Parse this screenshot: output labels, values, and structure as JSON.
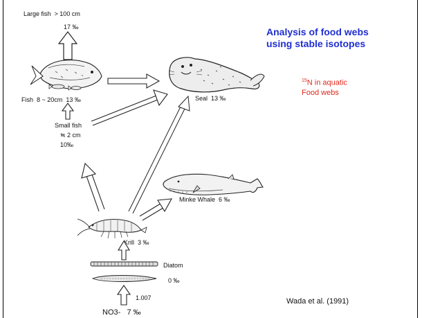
{
  "title_line1": "Analysis of food webs",
  "title_line2": "using stable isotopes",
  "subnote": {
    "sup": "15",
    "line1": "N in aquatic",
    "line2": "Food webs"
  },
  "citation": "Wada et al. (1991)",
  "organisms": {
    "large_fish": {
      "name": "Large fish",
      "size": "> 100 cm",
      "value": "17 ‰"
    },
    "fish": {
      "label": "Fish",
      "size": "8 ~ 20cm",
      "value": "13 ‰"
    },
    "small_fish": {
      "name": "Small fish",
      "size": "≒ 2 cm",
      "value": "10‰"
    },
    "seal": {
      "label": "Seal",
      "value": "13 ‰"
    },
    "minke_whale": {
      "label": "Minke Whale",
      "value": "6 ‰"
    },
    "krill": {
      "label": "Krill",
      "value": "3 ‰"
    },
    "diatom": {
      "label": "Diatom",
      "value": "0 ‰"
    },
    "fractionation": "1.007",
    "nitrate": {
      "label": "NO3-",
      "value": "7 ‰"
    }
  },
  "colors": {
    "title": "#1f2fd0",
    "note": "#e0281e",
    "ink": "#111111"
  }
}
